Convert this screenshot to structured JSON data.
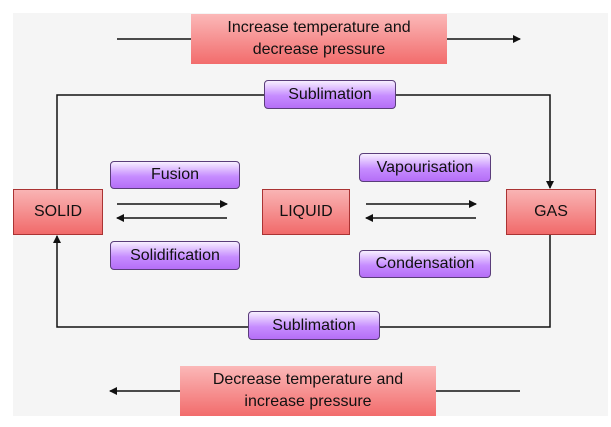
{
  "top_condition": {
    "line1": "Increase temperature and",
    "line2": "decrease pressure"
  },
  "bottom_condition": {
    "line1": "Decrease temperature and",
    "line2": "increase pressure"
  },
  "states": {
    "solid": "SOLID",
    "liquid": "LIQUID",
    "gas": "GAS"
  },
  "processes": {
    "sublimation_top": "Sublimation",
    "sublimation_bottom": "Sublimation",
    "fusion": "Fusion",
    "solidification": "Solidification",
    "vapourisation": "Vapourisation",
    "condensation": "Condensation"
  },
  "colors": {
    "state_box": "#f16a6a",
    "process_box": "#c68cff",
    "background": "#f5f5f5"
  }
}
